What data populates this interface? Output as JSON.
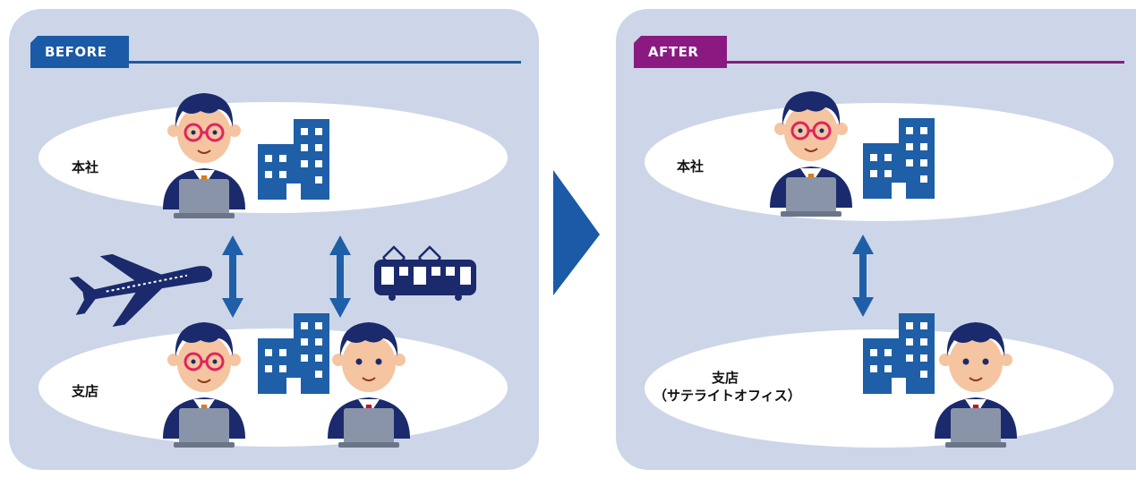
{
  "before": {
    "tab_label": "BEFORE",
    "hq_label": "本社",
    "branch_label": "支店"
  },
  "after": {
    "tab_label": "AFTER",
    "hq_label": "本社",
    "branch_label_line1": "支店",
    "branch_label_line2": "（サテライトオフィス）"
  },
  "colors": {
    "panel_bg": "#cdd6e8",
    "before_accent": "#1a5aa6",
    "after_accent": "#8a1a82",
    "navy": "#1a2a6c",
    "building_blue": "#1f5fa8",
    "arrow_blue": "#1f5fa8"
  }
}
